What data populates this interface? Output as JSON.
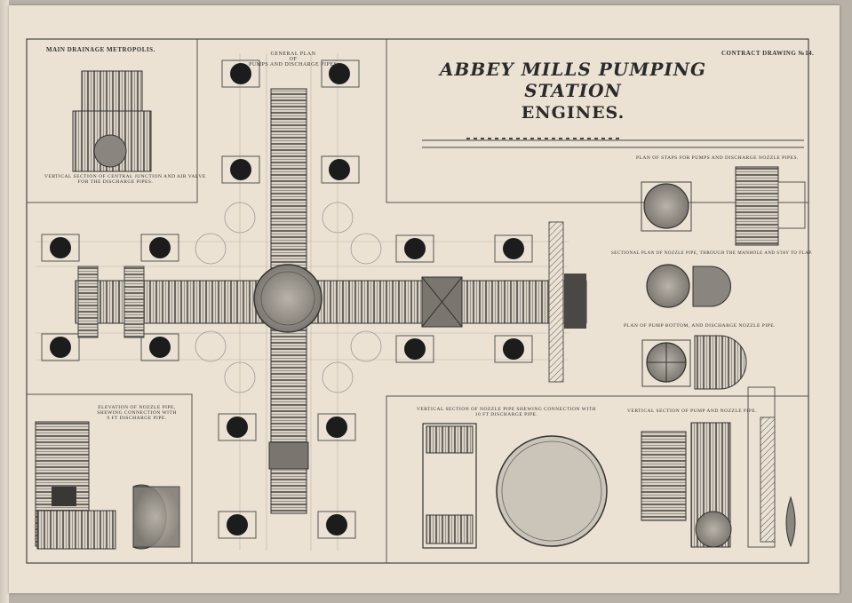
{
  "header": {
    "left_label": "MAIN DRAINAGE METROPOLIS.",
    "right_label": "CONTRACT DRAWING №14.",
    "title_line1": "ABBEY MILLS PUMPING STATION",
    "title_line2": "ENGINES."
  },
  "labels": {
    "general_plan": [
      "GENERAL PLAN",
      "OF",
      "PUMPS AND DISCHARGE PIPES."
    ],
    "vertical_section_junction": [
      "VERTICAL SECTION OF CENTRAL JUNCTION AND AIR VALVE",
      "FOR THE DISCHARGE PIPES."
    ],
    "plan_straps": "PLAN OF STAPS FOR PUMPS AND DISCHARGE NOZZLE PIPES.",
    "sectional_plan_nozzle": "SECTIONAL PLAN OF NOZZLE PIPE, THROUGH THE MANHOLE AND STAY TO FLAP.",
    "plan_pump_bottom": "PLAN OF PUMP BOTTOM, AND DISCHARGE NOZZLE PIPE.",
    "elevation_nozzle": [
      "ELEVATION OF NOZZLE PIPE,",
      "SHEWING CONNECTION WITH",
      "9 FT DISCHARGE PIPE."
    ],
    "vertical_section_nozzle": [
      "VERTICAL SECTION OF NOZZLE PIPE SHEWING CONNECTION WITH",
      "10 FT DISCHARGE PIPE."
    ],
    "vertical_section_pump": "VERTICAL SECTION OF PUMP AND NOZZLE PIPE."
  },
  "colors": {
    "paper": "#ebe2d3",
    "ink": "#333333",
    "pipe_dark": "#1c1c1c",
    "hatch": "#555555"
  }
}
